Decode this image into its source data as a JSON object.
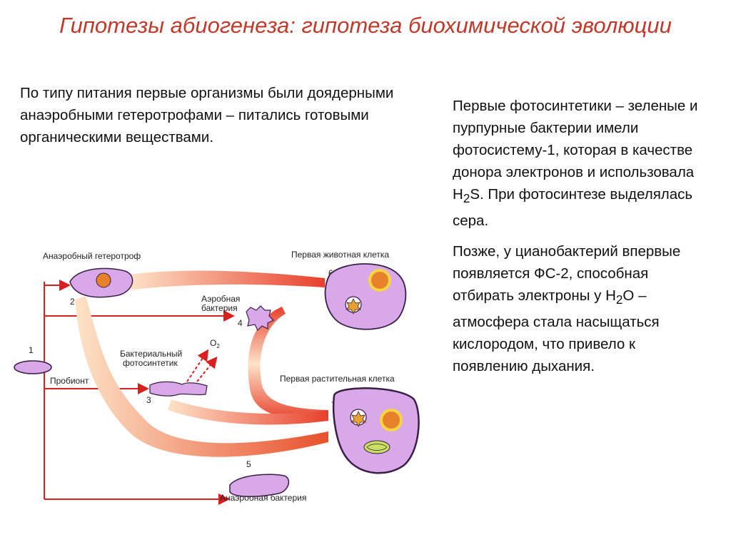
{
  "title": "Гипотезы абиогенеза: гипотеза биохимической эволюции",
  "left_text": "По типу питания первые организмы были доядерными анаэробными гетеротрофами – питались готовыми органическими веществами.",
  "right_text": {
    "p1_before": "Первые фотосинтетики – зеленые и пурпурные бактерии имели фотосистему-1, которая в качестве донора электронов и использовала H",
    "p1_sub": "2",
    "p1_after": "S. При фотосинтезе выделялась сера.",
    "p2_before": "Позже, у цианобактерий впервые появляется ФС-2, способная отбирать электроны у H",
    "p2_sub": "2",
    "p2_after": "O – атмосфера стала насыщаться кислородом, что привело к появлению дыхания."
  },
  "diagram": {
    "labels": {
      "anaerobic_heterotroph": "Анаэробный гетеротроф",
      "first_animal_cell": "Первая животная клетка",
      "aerobic_bacterium_1": "Аэробная",
      "aerobic_bacterium_2": "бактерия",
      "bacterial_photosynthetic_1": "Бактериальный",
      "bacterial_photosynthetic_2": "фотосинтетик",
      "first_plant_cell": "Первая растительная клетка",
      "probiont": "Пробионт",
      "anaerobic_bacterium": "Анаэробная бактерия",
      "o2": "O",
      "o2_sub": "2"
    },
    "numbers": [
      "1",
      "2",
      "3",
      "4",
      "5",
      "6",
      "7"
    ],
    "colors": {
      "arrow": "#d9201f",
      "flow_dark": "#e8402c",
      "flow_light": "#fde3c8",
      "cell_fill": "#d9a8e8",
      "cell_stroke": "#3a1e46",
      "nucleus": "#e8822a",
      "nucleus_ring": "#f5d642",
      "title": "#c0392b"
    }
  }
}
